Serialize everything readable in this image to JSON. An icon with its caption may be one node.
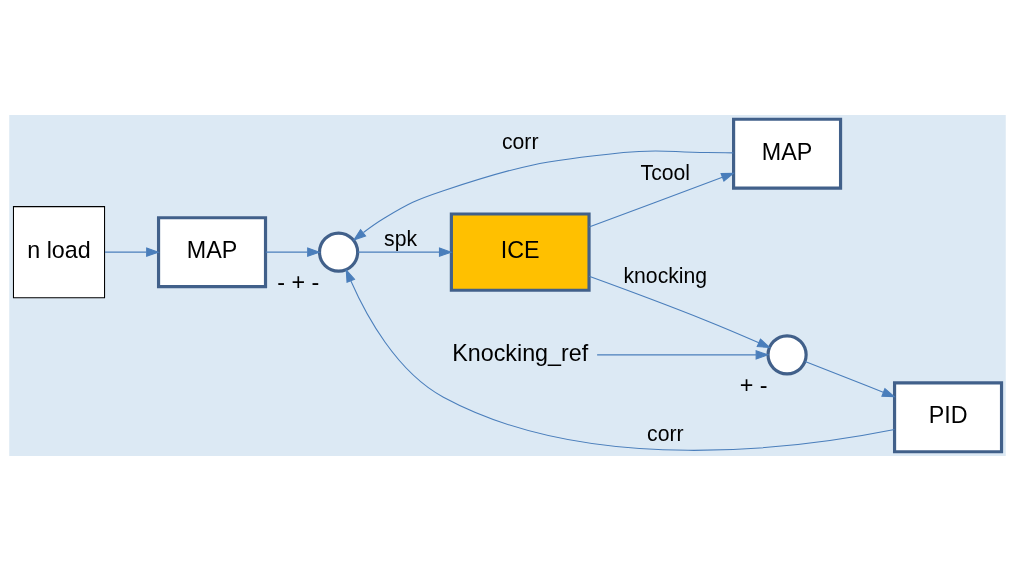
{
  "diagram": {
    "nodes": [
      {
        "text": [
          "n load"
        ]
      },
      {
        "text": [
          "MAP"
        ]
      },
      {
        "text": [
          "MAP"
        ]
      },
      {
        "text": [],
        "shape": "circle",
        "beside": [
          "-",
          "+",
          "-"
        ]
      },
      {
        "text": [
          "ICE"
        ]
      },
      {
        "text": [
          "PID"
        ]
      },
      {
        "text": [],
        "shape": "circle",
        "beside": [
          "+",
          "-"
        ]
      },
      {
        "text": [
          "Knocking_ref"
        ]
      }
    ],
    "edges": [
      {
        "from": 0,
        "to": 1,
        "arrow": "to"
      },
      {
        "from": 1,
        "to": 3,
        "arrow": "to"
      },
      {
        "from": 2,
        "to": 3,
        "arrow": "to",
        "label": "corr"
      },
      {
        "from": 3,
        "to": 4,
        "arrow": "to",
        "label": "spk"
      },
      {
        "from": 4,
        "to": 2,
        "arrow": "to",
        "label": "Tcool"
      },
      {
        "from": 4,
        "to": 6,
        "arrow": "to",
        "label": "knocking"
      },
      {
        "from": 6,
        "to": 5,
        "arrow": "to"
      },
      {
        "from": 5,
        "to": 3,
        "arrow": "to",
        "label": "corr"
      },
      {
        "from": 7,
        "to": 6,
        "arrow": "to"
      }
    ]
  }
}
